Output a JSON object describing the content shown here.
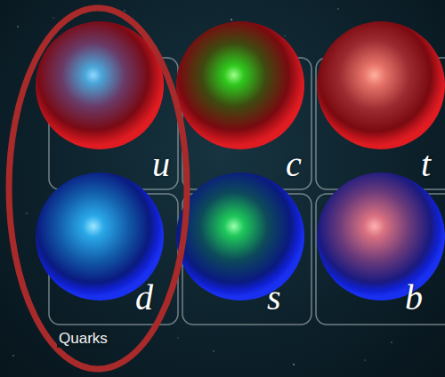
{
  "diagram": {
    "nodes": [
      {
        "text": [
          "u"
        ]
      },
      {
        "text": [
          "c"
        ]
      },
      {
        "text": [
          "t"
        ]
      },
      {
        "text": [
          "d"
        ]
      },
      {
        "text": [
          "s"
        ]
      },
      {
        "text": [
          "b"
        ]
      }
    ],
    "labels": [
      "Quarks"
    ]
  }
}
